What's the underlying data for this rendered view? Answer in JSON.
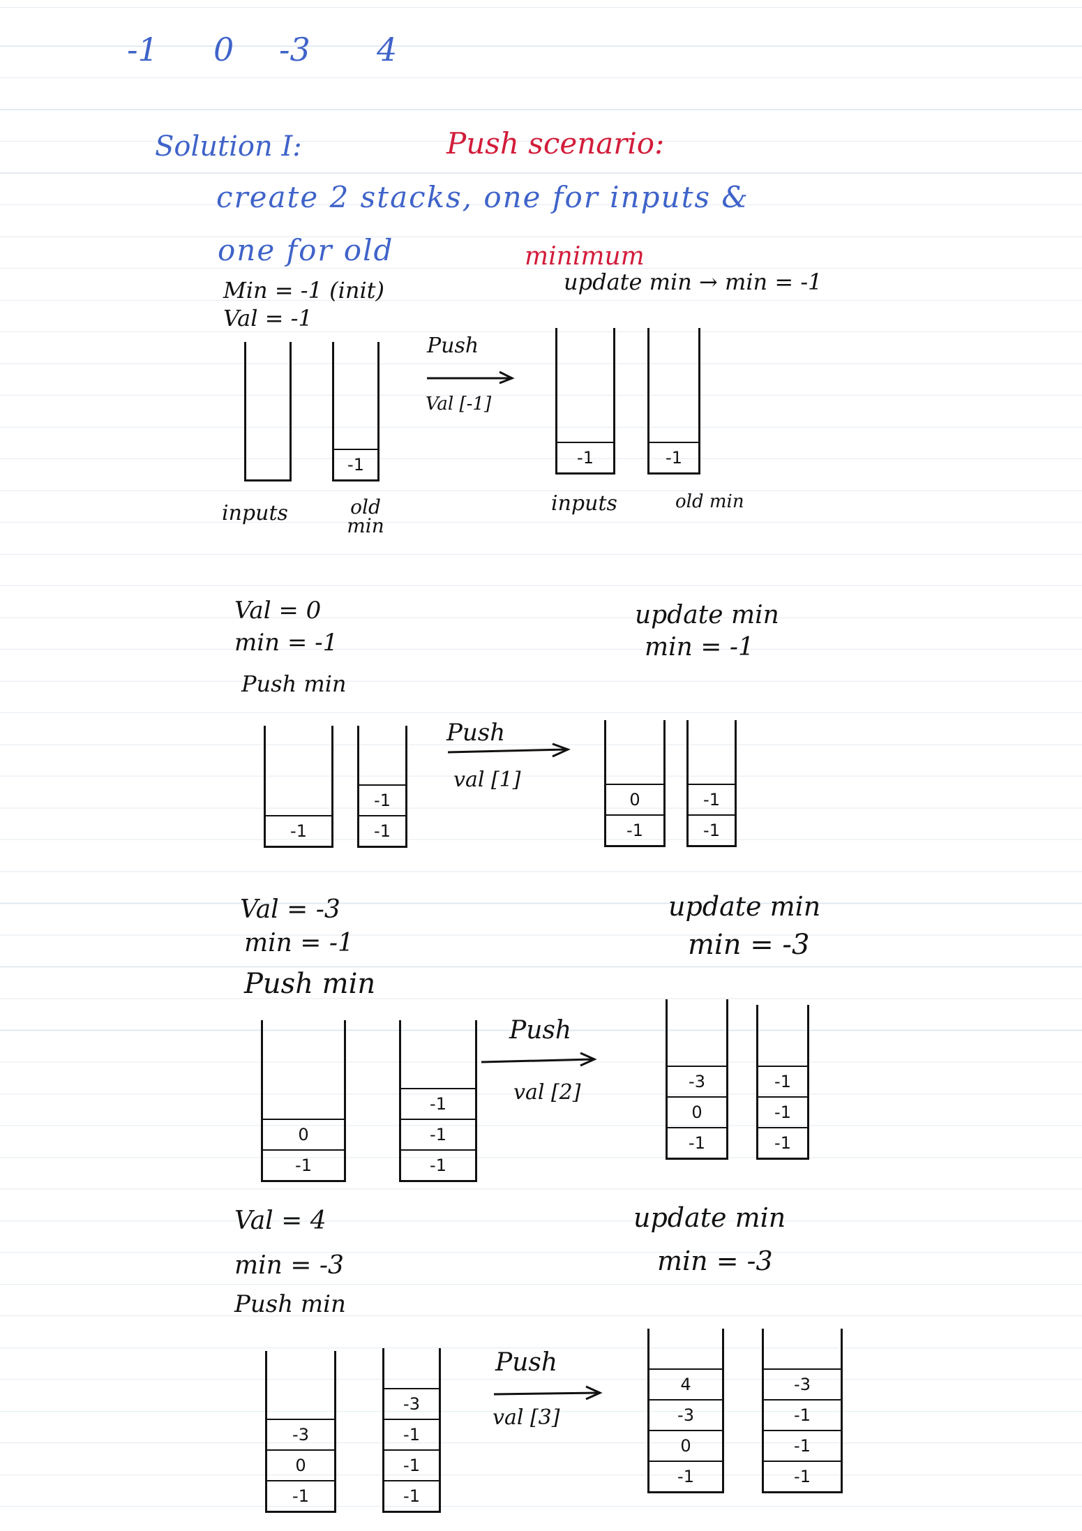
{
  "sequence": [
    "-1",
    "0",
    "-3",
    "4"
  ],
  "heading": {
    "label": "Solution I:",
    "scenario": "Push scenario:"
  },
  "description": {
    "line1": "create 2 stacks, one for inputs &",
    "line2_start": "one for old",
    "line2_end": "minimum"
  },
  "colors": {
    "ink": "#111111",
    "blue": "#3f63c9",
    "red": "#d21c3a",
    "rule": "#dfe7ef"
  },
  "steps": [
    {
      "notes": [
        "Min = -1 (init)",
        "Val = -1"
      ],
      "update": [
        "update min → min = -1"
      ],
      "before": {
        "inputs": [],
        "oldmin": [
          "-1"
        ],
        "inputs_label": "inputs",
        "oldmin_label": "old min"
      },
      "arrow": {
        "top": "Push",
        "bottom": "Val [-1]"
      },
      "after": {
        "inputs": [
          "-1"
        ],
        "oldmin": [
          "-1"
        ],
        "inputs_label": "inputs",
        "oldmin_label": "old min"
      }
    },
    {
      "notes": [
        "Val = 0",
        "min = -1",
        "Push min"
      ],
      "update": [
        "update min",
        "min = -1"
      ],
      "before": {
        "inputs": [
          "-1"
        ],
        "oldmin": [
          "-1",
          "-1"
        ]
      },
      "arrow": {
        "top": "Push",
        "bottom": "val [1]"
      },
      "after": {
        "inputs": [
          "-1",
          "0"
        ],
        "oldmin": [
          "-1",
          "-1"
        ]
      }
    },
    {
      "notes": [
        "Val = -3",
        "min = -1",
        "Push min"
      ],
      "update": [
        "update min",
        "min = -3"
      ],
      "before": {
        "inputs": [
          "-1",
          "0"
        ],
        "oldmin": [
          "-1",
          "-1",
          "-1"
        ]
      },
      "arrow": {
        "top": "Push",
        "bottom": "val [2]"
      },
      "after": {
        "inputs": [
          "-1",
          "0",
          "-3"
        ],
        "oldmin": [
          "-1",
          "-1",
          "-1"
        ]
      }
    },
    {
      "notes": [
        "Val = 4",
        "min = -3",
        "Push min"
      ],
      "update": [
        "update min",
        "min = -3"
      ],
      "before": {
        "inputs": [
          "-1",
          "0",
          "-3"
        ],
        "oldmin": [
          "-1",
          "-1",
          "-1",
          "-3"
        ]
      },
      "arrow": {
        "top": "Push",
        "bottom": "val [3]"
      },
      "after": {
        "inputs": [
          "-1",
          "0",
          "-3",
          "4"
        ],
        "oldmin": [
          "-1",
          "-1",
          "-1",
          "-3"
        ]
      }
    }
  ]
}
